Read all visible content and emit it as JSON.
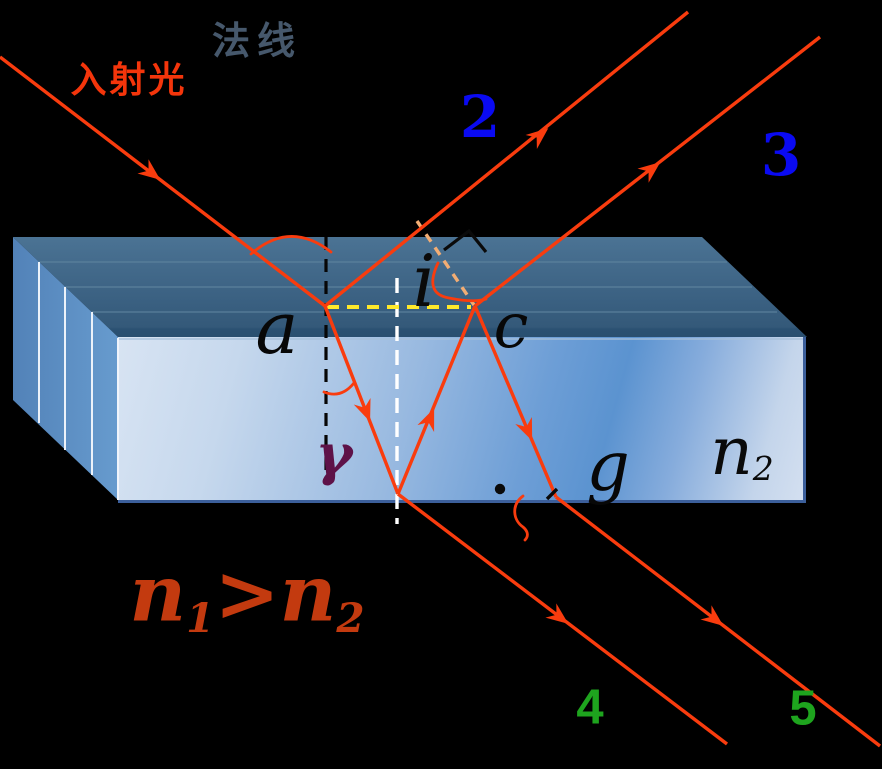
{
  "background_color": "#000000",
  "labels": {
    "normal_line": "法线",
    "incident_light": "入射光",
    "ray_numbers": {
      "r2": "2",
      "r3": "3",
      "r4": "4",
      "r5": "5"
    },
    "points": {
      "a": "a",
      "c": "c",
      "g": "g"
    },
    "angles": {
      "incidence": "i",
      "refraction": "γ"
    },
    "medium_index": {
      "base": "n",
      "sub": "2"
    },
    "index_inequality": {
      "n1_base": "n",
      "n1_sub": "1",
      "operator": ">",
      "n2_base": "n",
      "n2_sub": "2"
    }
  },
  "colors": {
    "ray": "#f93c0e",
    "incident_label": "#f4350b",
    "normal_label": "#46586c",
    "upper_ray_labels": "#0a0af2",
    "lower_ray_labels": "#1ea41e",
    "gamma_label": "#5e1248",
    "inequality_label": "#c33a0f",
    "yellow_dash": "#ffe92b",
    "peach_dash": "#f2ad74",
    "black_normal_dash": "#060606",
    "white_normal_dash": "#ffffff",
    "slab_top_face": "#3a6081",
    "slab_left_face": "#5b8bc0",
    "slab_front_face_mid": "#5b93d0",
    "slab_edge": "#3c5f9b"
  }
}
